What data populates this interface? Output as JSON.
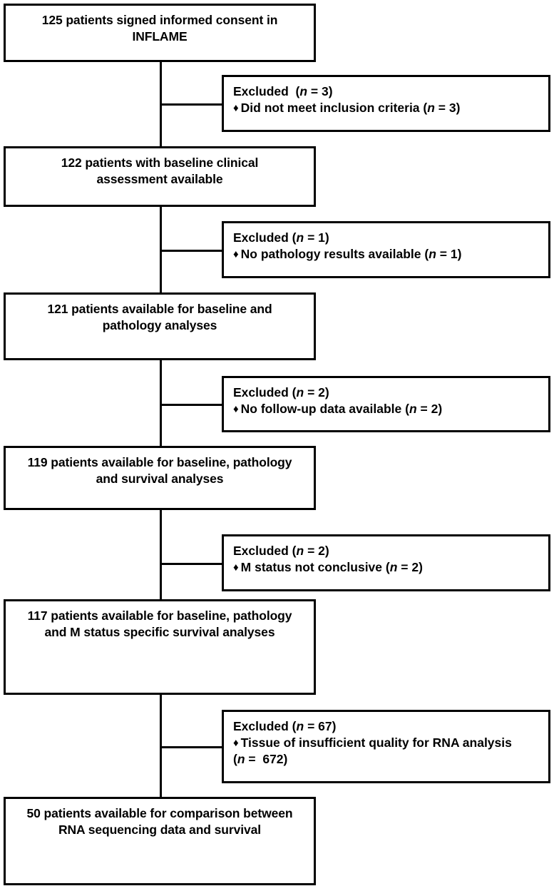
{
  "diagram": {
    "type": "consort-flow-diagram",
    "title": "INFLAME patient inclusion flow",
    "line_color": "#000000",
    "box_border_color": "#000000",
    "background_color": "#ffffff",
    "text_color": "#000000"
  },
  "main_nodes": [
    {
      "id": "node-consent",
      "count": 125,
      "line1": "125 patients signed informed consent in",
      "line2": "INFLAME"
    },
    {
      "id": "node-baseline-clinical",
      "count": 122,
      "line1": "122 patients with baseline clinical",
      "line2": "assessment available"
    },
    {
      "id": "node-baseline-pathology",
      "count": 121,
      "line1": "121 patients available for baseline and",
      "line2": "pathology analyses"
    },
    {
      "id": "node-survival",
      "count": 119,
      "line1": "119 patients available for baseline, pathology",
      "line2": "and survival analyses"
    },
    {
      "id": "node-m-status-survival",
      "count": 117,
      "line1": "117 patients available for baseline, pathology",
      "line2": "and M status specific survival analyses"
    },
    {
      "id": "node-rna-seq",
      "count": 50,
      "line1": "50 patients available for comparison between",
      "line2": "RNA sequencing data and survival"
    }
  ],
  "exclusion_nodes": [
    {
      "id": "excl-inclusion-criteria",
      "head_prefix": "Excluded  (",
      "head_n": "n",
      "head_suffix": " = 3)",
      "bullet": "♦",
      "reason_prefix": "Did not meet inclusion criteria (",
      "reason_n": "n",
      "reason_suffix": " = 3)",
      "reason_line2": "",
      "excluded_count": 3
    },
    {
      "id": "excl-no-pathology",
      "head_prefix": "Excluded (",
      "head_n": "n",
      "head_suffix": " = 1)",
      "bullet": "♦",
      "reason_prefix": "No pathology results available (",
      "reason_n": "n",
      "reason_suffix": " = 1)",
      "reason_line2": "",
      "excluded_count": 1
    },
    {
      "id": "excl-no-followup",
      "head_prefix": "Excluded (",
      "head_n": "n",
      "head_suffix": " = 2)",
      "bullet": "♦",
      "reason_prefix": "No follow-up data available (",
      "reason_n": "n",
      "reason_suffix": " = 2)",
      "reason_line2": "",
      "excluded_count": 2
    },
    {
      "id": "excl-m-status",
      "head_prefix": "Excluded (",
      "head_n": "n",
      "head_suffix": " = 2)",
      "bullet": "♦",
      "reason_prefix": "M status not conclusive (",
      "reason_n": "n",
      "reason_suffix": " = 2)",
      "reason_line2": "",
      "excluded_count": 2
    },
    {
      "id": "excl-rna-quality",
      "head_prefix": "Excluded (",
      "head_n": "n",
      "head_suffix": " = 67)",
      "bullet": "♦",
      "reason_prefix": "Tissue of insufficient quality for RNA analysis",
      "reason_n": "n",
      "reason_suffix": " =  672)",
      "reason_line2_open": "(",
      "reason_line2_close": ")",
      "excluded_count": 67
    }
  ]
}
